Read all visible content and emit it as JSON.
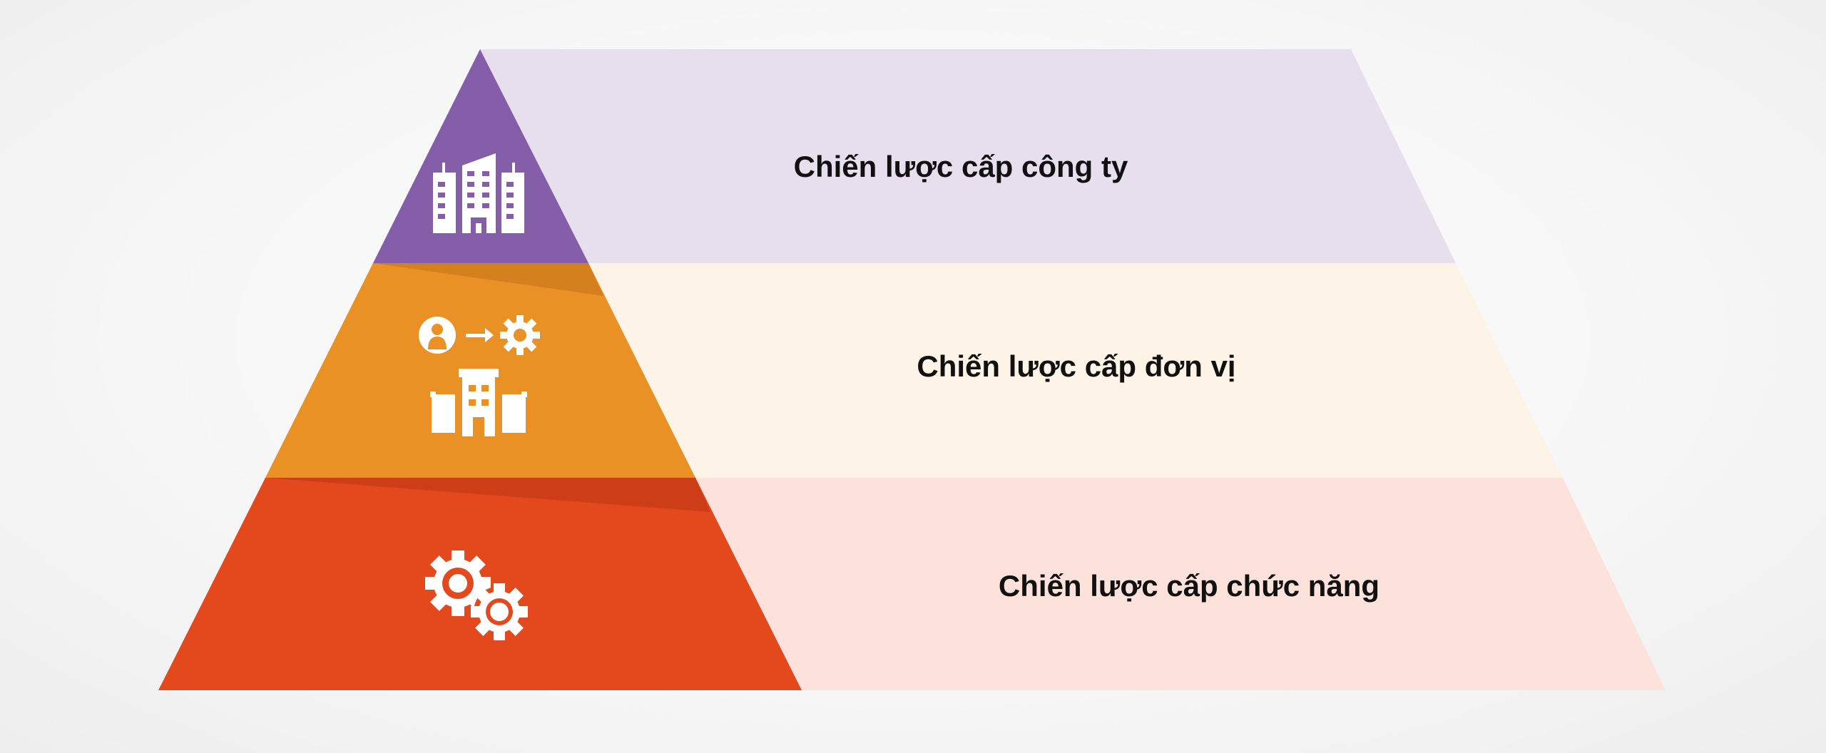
{
  "levels": [
    {
      "label": "Chiến lược cấp công ty",
      "icon": "office-buildings-icon",
      "color": "#845ea8",
      "light": "#e7dfee",
      "shade": "#d4801f"
    },
    {
      "label": "Chiến lược cấp đơn vị",
      "icon": "business-unit-icon",
      "color": "#ea9125",
      "light": "#fdf3e7",
      "shade": "#cd3e18"
    },
    {
      "label": "Chiến lược cấp chức năng",
      "icon": "gears-icon",
      "color": "#e4491e",
      "light": "#fce2db"
    }
  ]
}
